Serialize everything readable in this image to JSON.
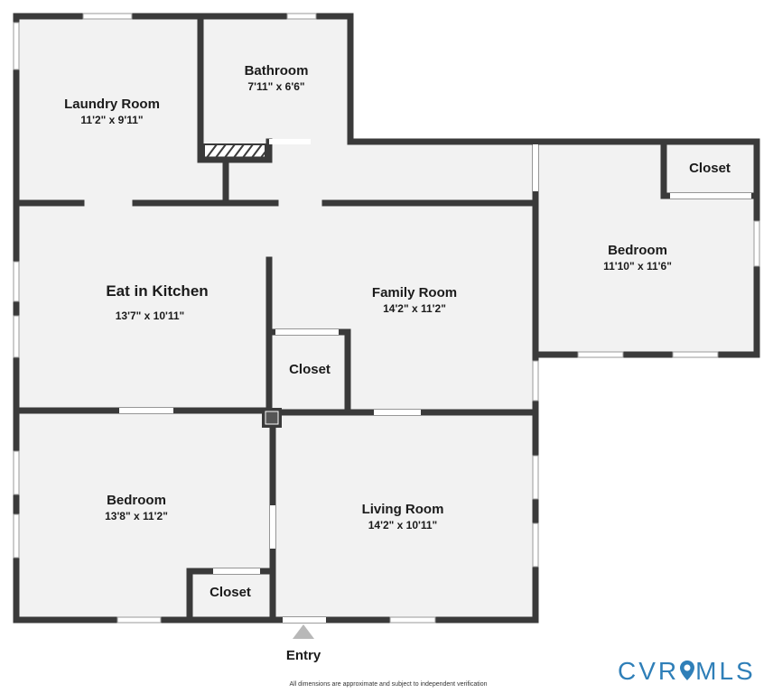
{
  "rooms": {
    "laundry": {
      "name": "Laundry Room",
      "dims": "11'2\" x 9'11\""
    },
    "bathroom": {
      "name": "Bathroom",
      "dims": "7'11\" x 6'6\""
    },
    "closet_ne": {
      "name": "Closet"
    },
    "bedroom_e": {
      "name": "Bedroom",
      "dims": "11'10\" x 11'6\""
    },
    "kitchen": {
      "name": "Eat in Kitchen",
      "dims": "13'7\" x 10'11\""
    },
    "family": {
      "name": "Family Room",
      "dims": "14'2\" x 11'2\""
    },
    "closet_mid": {
      "name": "Closet"
    },
    "bedroom_sw": {
      "name": "Bedroom",
      "dims": "13'8\" x 11'2\""
    },
    "closet_sw": {
      "name": "Closet"
    },
    "living": {
      "name": "Living Room",
      "dims": "14'2\" x 10'11\""
    }
  },
  "entry_label": "Entry",
  "disclaimer": "All dimensions are approximate and subject to independent verification",
  "logo": {
    "left": "CVR",
    "right": "MLS",
    "color": "#2f7fb8"
  },
  "colors": {
    "wall": "#3a3a3a",
    "floor": "#f2f2f2",
    "window": "#ffffff"
  }
}
